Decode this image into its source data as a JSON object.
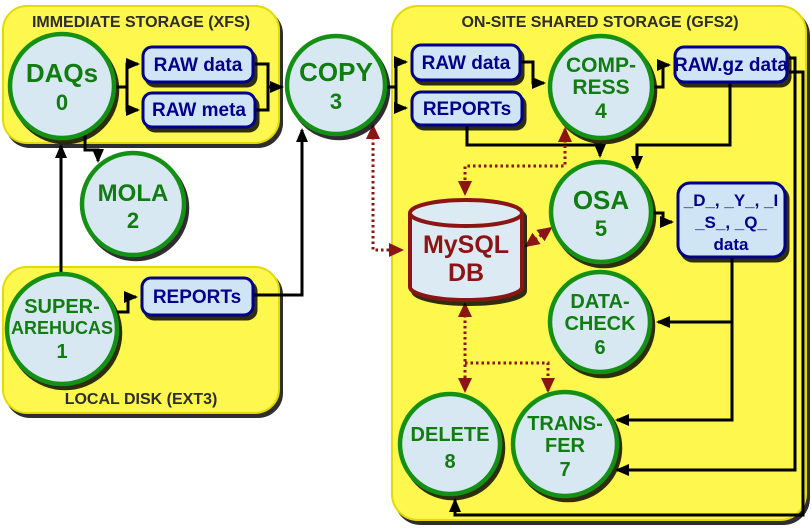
{
  "containers": {
    "xfs": {
      "title": "IMMEDIATE STORAGE (XFS)"
    },
    "gfs2": {
      "title": "ON-SITE SHARED STORAGE (GFS2)"
    },
    "ext3": {
      "title": "LOCAL DISK (EXT3)"
    }
  },
  "processes": {
    "daqs": {
      "lines": [
        "DAQs",
        "0"
      ]
    },
    "superarehucas": {
      "lines": [
        "SUPER-",
        "AREHUCAS",
        "1"
      ]
    },
    "mola": {
      "lines": [
        "MOLA",
        "2"
      ]
    },
    "copy": {
      "lines": [
        "COPY",
        "3"
      ]
    },
    "compress": {
      "lines": [
        "COMP-",
        "RESS",
        "4"
      ]
    },
    "osa": {
      "lines": [
        "OSA",
        "5"
      ]
    },
    "datacheck": {
      "lines": [
        "DATA-",
        "CHECK",
        "6"
      ]
    },
    "transfer": {
      "lines": [
        "TRANS-",
        "FER",
        "7"
      ]
    },
    "delete": {
      "lines": [
        "DELETE",
        "8"
      ]
    }
  },
  "datastores": {
    "raw_data_xfs": {
      "label": "RAW data"
    },
    "raw_meta_xfs": {
      "label": "RAW meta"
    },
    "raw_data_gfs2": {
      "label": "RAW data"
    },
    "reports_gfs2": {
      "label": "REPORTs"
    },
    "rawgz_data": {
      "label": "RAW.gz data"
    },
    "dyisq_data": {
      "lines": [
        "_D_, _Y_, _I",
        "_S_, _Q_",
        "data"
      ]
    },
    "reports_ext3": {
      "label": "REPORTs"
    }
  },
  "database": {
    "mysql": {
      "lines": [
        "MySQL",
        "DB"
      ]
    }
  },
  "colors": {
    "zone_yellow": "#fdf74e",
    "node_fill": "#d7e8f2",
    "node_green": "#149114",
    "store_navy": "#00008b",
    "db_darkred": "#8b1515",
    "line_black": "#000000"
  }
}
